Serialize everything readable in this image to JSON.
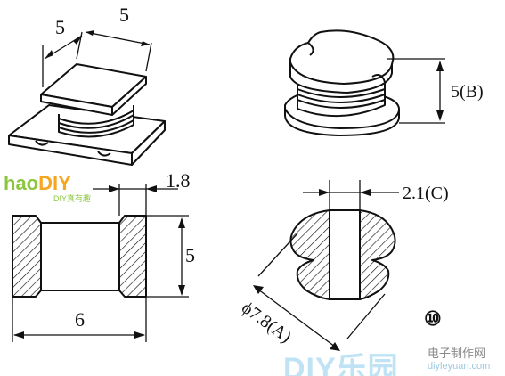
{
  "dimensions": {
    "top_left_width": "5",
    "top_left_depth": "5",
    "top_right_height": "5(B)",
    "side_thickness": "1.8",
    "front_height": "5",
    "front_width": "6",
    "gap_width": "2.1(C)",
    "diameter": "ϕ7.8(A)"
  },
  "figure_number": "⑩",
  "watermarks": {
    "logo_left": "hao",
    "logo_right": "DIY",
    "logo_sub": "DIY真有趣",
    "brand": "DIY乐园",
    "site_name": "电子制作网",
    "site_url": "diyleyuan.com"
  },
  "colors": {
    "line": "#111111",
    "brand_watermark": "#bfe3f5",
    "logo_green": "#8cc63f",
    "logo_orange": "#f5a623"
  }
}
